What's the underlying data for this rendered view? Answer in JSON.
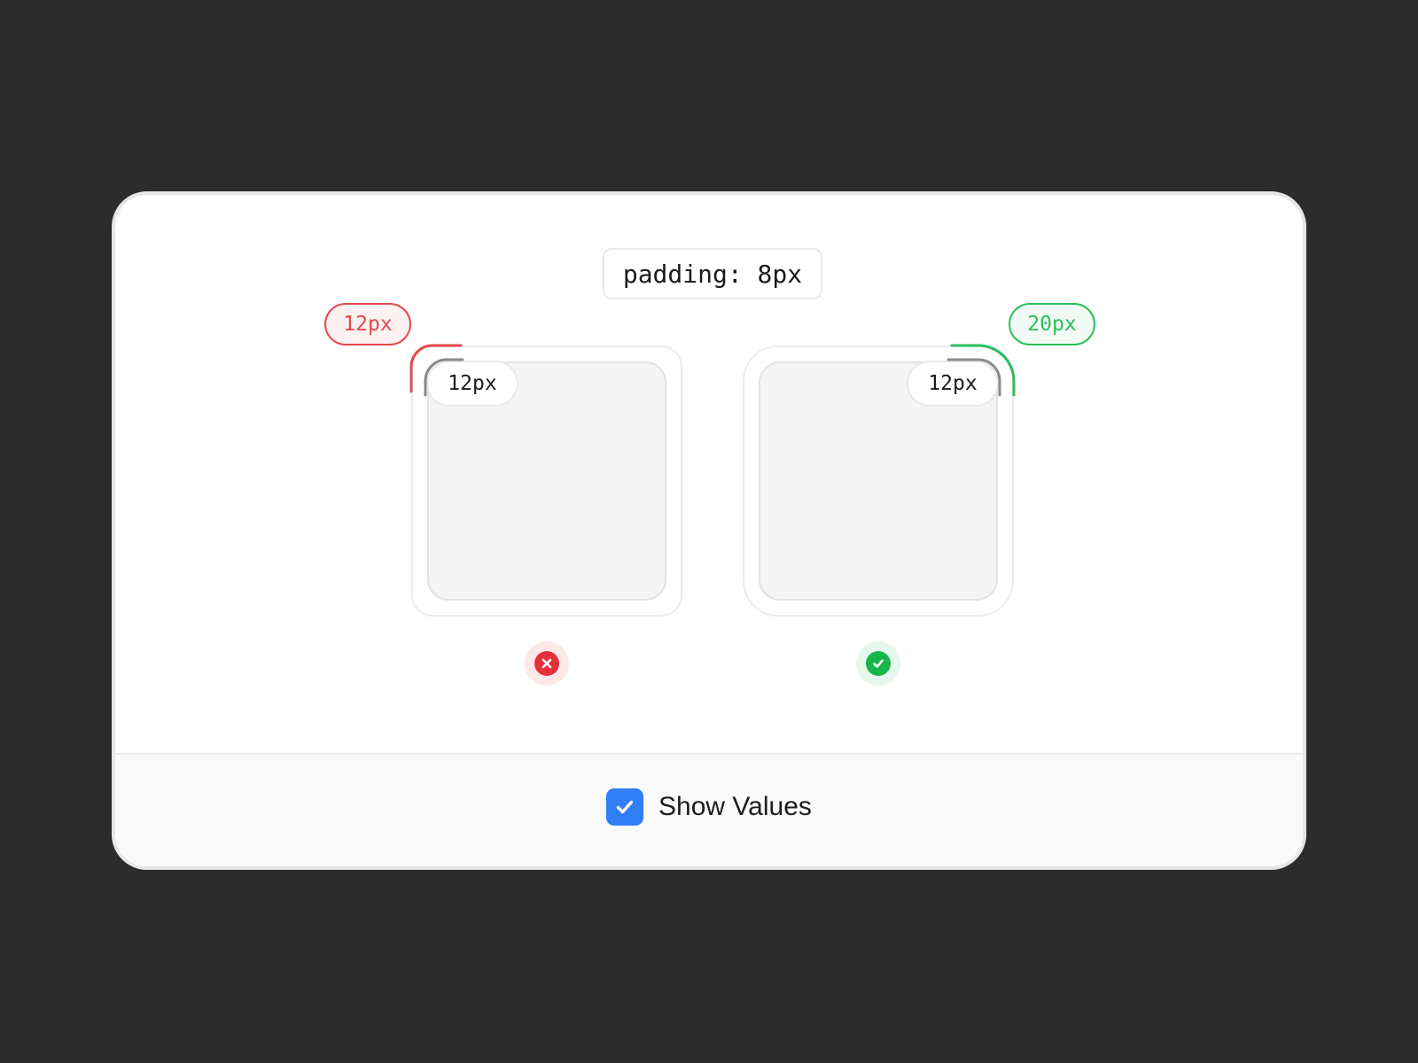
{
  "code_label": "padding: 8px",
  "examples": [
    {
      "outer_radius_label": "12px",
      "inner_radius_label": "12px",
      "verdict": "incorrect",
      "verdict_icon": "x-icon",
      "accent_color": "#e5484d"
    },
    {
      "outer_radius_label": "20px",
      "inner_radius_label": "12px",
      "verdict": "correct",
      "verdict_icon": "check-icon",
      "accent_color": "#2bbf5c"
    }
  ],
  "controls": {
    "show_values_label": "Show Values",
    "show_values_checked": true,
    "checkbox_color": "#2f7ef6"
  }
}
